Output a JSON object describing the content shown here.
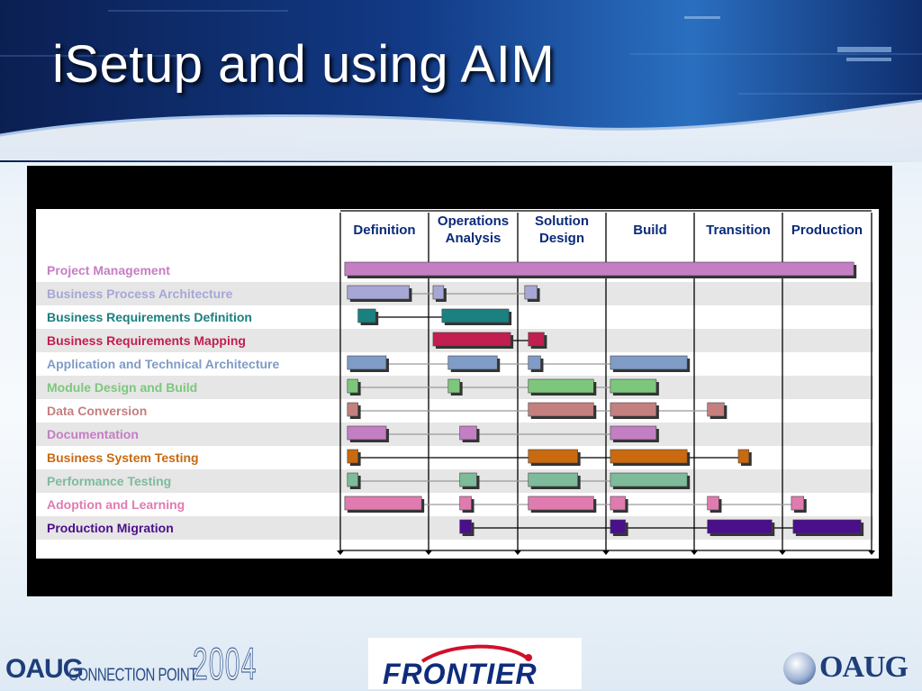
{
  "slide": {
    "title": "iSetup and using AIM"
  },
  "chart_data": {
    "type": "gantt",
    "phases": [
      "Definition",
      "Operations Analysis",
      "Solution Design",
      "Build",
      "Transition",
      "Production"
    ],
    "phase_lines": [
      [
        "Definition"
      ],
      [
        "Operations",
        "Analysis"
      ],
      [
        "Solution",
        "Design"
      ],
      [
        "Build"
      ],
      [
        "Transition"
      ],
      [
        "Production"
      ]
    ],
    "rows": [
      {
        "label": "Project Management",
        "color": "#c47ec4",
        "segments": [
          [
            0.05,
            5.8
          ]
        ],
        "connector": null
      },
      {
        "label": "Business Process Architecture",
        "color": "#a7a7d6",
        "segments": [
          [
            0.08,
            0.78
          ],
          [
            1.05,
            1.17
          ],
          [
            2.08,
            2.22
          ]
        ],
        "connector": "#9a9a9a"
      },
      {
        "label": "Business Requirements Definition",
        "color": "#1a8080",
        "segments": [
          [
            0.2,
            0.4
          ],
          [
            1.15,
            1.9
          ]
        ],
        "connector": "#000000"
      },
      {
        "label": "Business Requirements Mapping",
        "color": "#c21e4f",
        "segments": [
          [
            1.05,
            1.92
          ],
          [
            2.12,
            2.3
          ]
        ],
        "connector": "#000000"
      },
      {
        "label": "Application and Technical Architecture",
        "color": "#7e9cc6",
        "segments": [
          [
            0.08,
            0.52
          ],
          [
            1.22,
            1.77
          ],
          [
            2.12,
            2.26
          ],
          [
            3.05,
            3.92
          ]
        ],
        "connector": "#9a9a9a"
      },
      {
        "label": "Module Design and Build",
        "color": "#7dc77d",
        "segments": [
          [
            0.08,
            0.2
          ],
          [
            1.22,
            1.35
          ],
          [
            2.12,
            2.86
          ],
          [
            3.05,
            3.57
          ]
        ],
        "connector": "#9a9a9a"
      },
      {
        "label": "Data Conversion",
        "color": "#c47f7f",
        "segments": [
          [
            0.08,
            0.2
          ],
          [
            2.12,
            2.86
          ],
          [
            3.05,
            3.57
          ],
          [
            4.15,
            4.34
          ]
        ],
        "connector": "#9a9a9a"
      },
      {
        "label": "Documentation",
        "color": "#c47ec4",
        "segments": [
          [
            0.08,
            0.52
          ],
          [
            1.35,
            1.54
          ],
          [
            3.05,
            3.57
          ]
        ],
        "connector": "#9a9a9a"
      },
      {
        "label": "Business System Testing",
        "color": "#c96a10",
        "segments": [
          [
            0.08,
            0.2
          ],
          [
            2.12,
            2.68
          ],
          [
            3.05,
            3.92
          ],
          [
            4.5,
            4.62
          ]
        ],
        "connector": "#000000"
      },
      {
        "label": "Performance Testing",
        "color": "#7dbb9a",
        "segments": [
          [
            0.08,
            0.2
          ],
          [
            1.35,
            1.54
          ],
          [
            2.12,
            2.68
          ],
          [
            3.05,
            3.92
          ]
        ],
        "connector": "#9a9a9a"
      },
      {
        "label": "Adoption and Learning",
        "color": "#e07bb0",
        "segments": [
          [
            0.05,
            0.92
          ],
          [
            1.35,
            1.48
          ],
          [
            2.12,
            2.86
          ],
          [
            3.05,
            3.22
          ],
          [
            4.15,
            4.28
          ],
          [
            5.1,
            5.24
          ]
        ],
        "connector": "#9a9a9a"
      },
      {
        "label": "Production Migration",
        "color": "#4a0f8a",
        "segments": [
          [
            1.35,
            1.48
          ],
          [
            3.05,
            3.22
          ],
          [
            4.15,
            4.88
          ],
          [
            5.12,
            5.88
          ]
        ],
        "connector": "#000000"
      }
    ]
  },
  "footer": {
    "left_logo_oaug": "OAUG",
    "left_logo_connection": "CONNECTION POINT",
    "left_logo_year": "2004",
    "center_logo": "FRONTIER",
    "right_logo": "OAUG"
  }
}
